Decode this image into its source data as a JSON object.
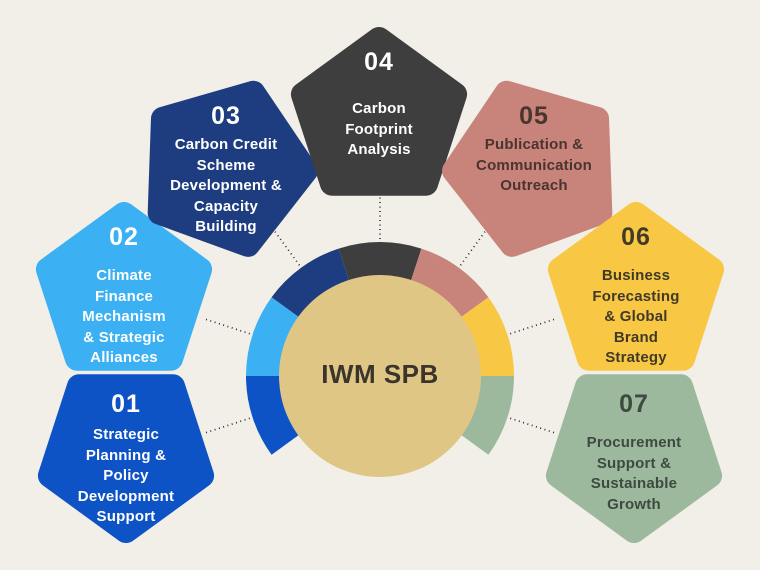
{
  "canvas": {
    "background": "#f1efe7",
    "connector_color": "#1c1c1c"
  },
  "center": {
    "label": "IWM SPB",
    "circle_color": "#dfc685",
    "text_color": "#3a342b"
  },
  "items": [
    {
      "number": "01",
      "label": "Strategic\nPlanning &\nPolicy\nDevelopment\nSupport",
      "color": "#0d53c6",
      "text_color": "#ffffff"
    },
    {
      "number": "02",
      "label": "Climate\nFinance\nMechanism\n& Strategic\nAlliances",
      "color": "#3bb0f2",
      "text_color": "#ffffff"
    },
    {
      "number": "03",
      "label": "Carbon Credit\nScheme\nDevelopment &\nCapacity\nBuilding",
      "color": "#1e3d80",
      "text_color": "#ffffff"
    },
    {
      "number": "04",
      "label": "Carbon\nFootprint\nAnalysis",
      "color": "#3f3e3e",
      "text_color": "#ffffff"
    },
    {
      "number": "05",
      "label": "Publication &\nCommunication\nOutreach",
      "color": "#c8837b",
      "text_color": "#4a342f"
    },
    {
      "number": "06",
      "label": "Business\nForecasting\n& Global\nBrand\nStrategy",
      "color": "#f8c743",
      "text_color": "#403a29"
    },
    {
      "number": "07",
      "label": "Procurement\nSupport &\nSustainable\nGrowth",
      "color": "#9cb99e",
      "text_color": "#3d4a40"
    }
  ]
}
